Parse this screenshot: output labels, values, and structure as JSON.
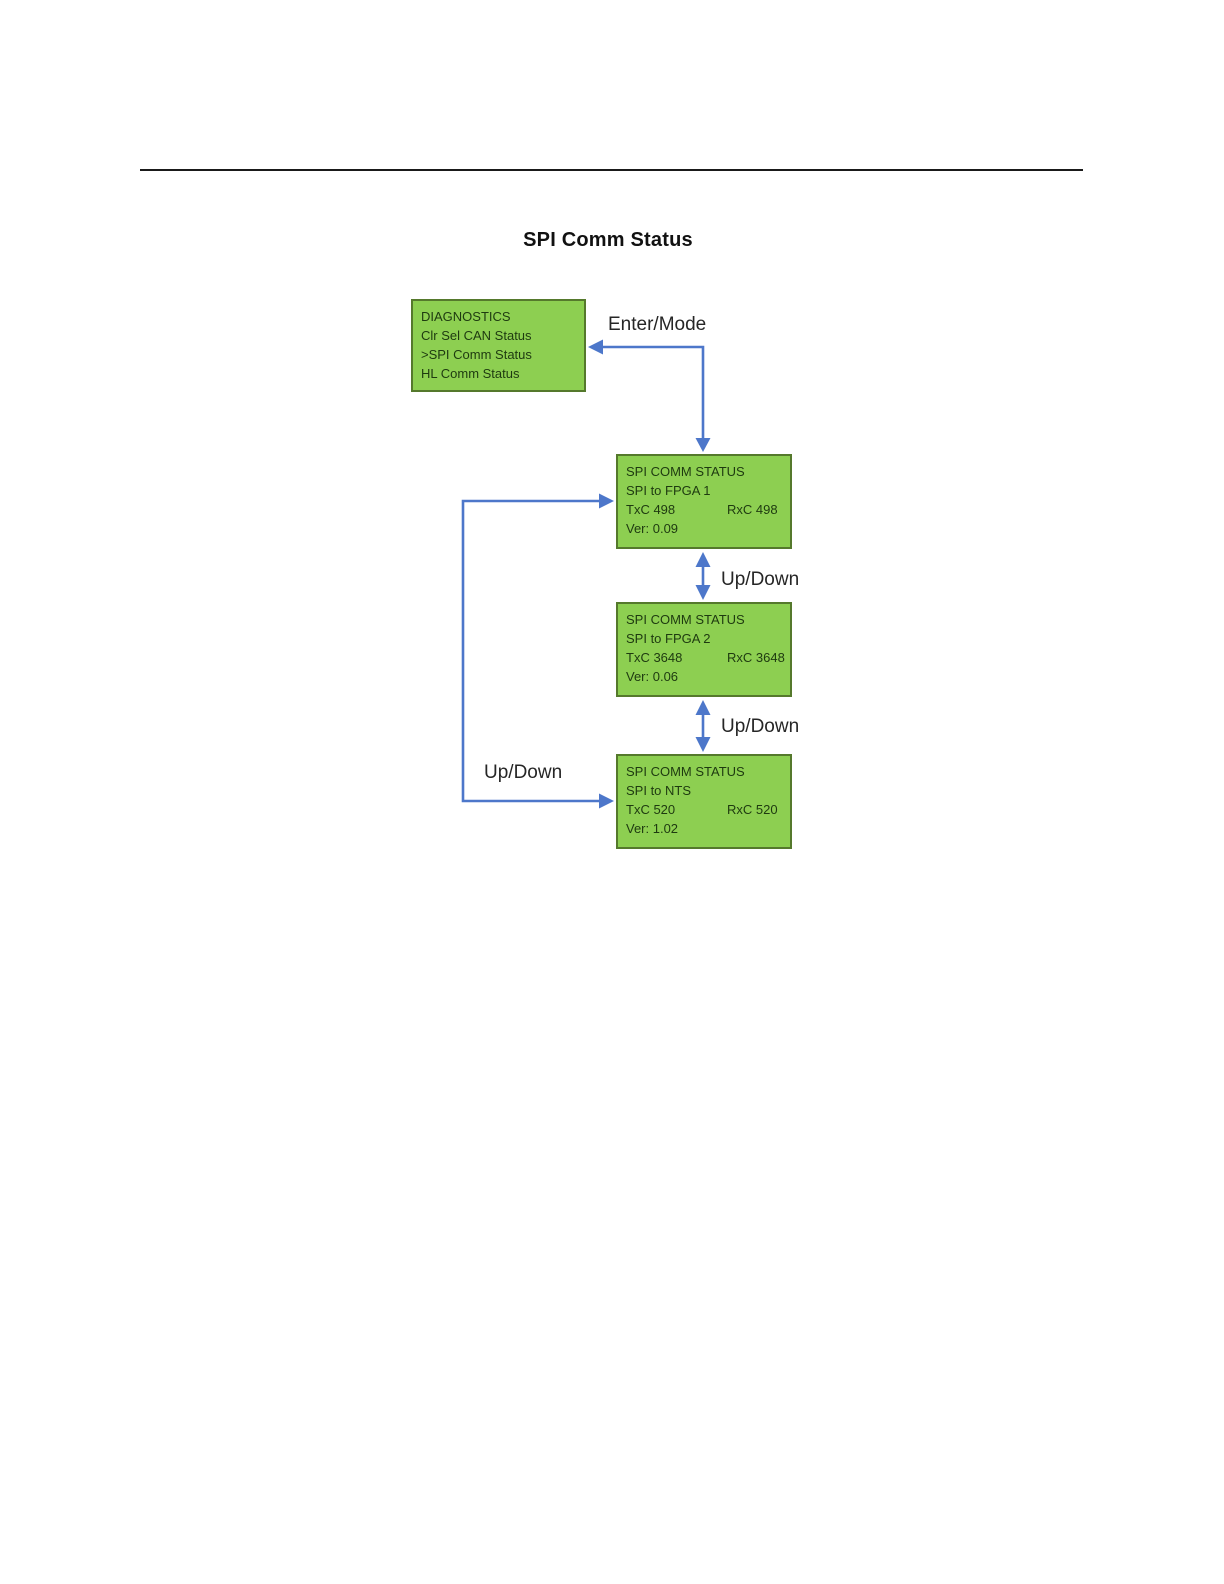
{
  "title": "SPI Comm Status",
  "colors": {
    "box_fill": "#8dcf51",
    "box_border": "#55792c",
    "box_text": "#1e3a10",
    "arrow_blue": "#4d77ca",
    "label_text": "#262626",
    "rule_black": "#1a1a1a"
  },
  "menu_box": {
    "lines": [
      "DIAGNOSTICS",
      "Clr Sel CAN Status",
      ">SPI Comm Status",
      "HL Comm Status"
    ]
  },
  "screens": [
    {
      "title": "SPI COMM STATUS",
      "subtitle": "SPI to FPGA 1",
      "txc": "TxC 498",
      "rxc": "RxC 498",
      "ver": "Ver: 0.09"
    },
    {
      "title": "SPI COMM STATUS",
      "subtitle": "SPI to FPGA 2",
      "txc": "TxC 3648",
      "rxc": "RxC 3648",
      "ver": "Ver: 0.06"
    },
    {
      "title": "SPI COMM STATUS",
      "subtitle": "SPI to NTS",
      "txc": "TxC 520",
      "rxc": "RxC 520",
      "ver": "Ver: 1.02"
    }
  ],
  "connector_labels": {
    "enter_mode": "Enter/Mode",
    "up_down_1": "Up/Down",
    "up_down_2": "Up/Down",
    "up_down_wrap": "Up/Down"
  }
}
